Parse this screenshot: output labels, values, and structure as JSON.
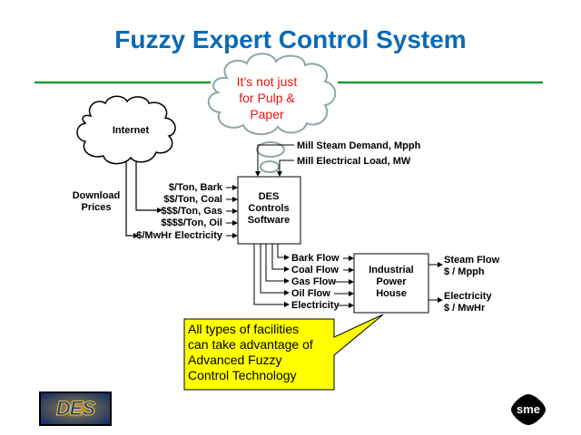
{
  "slide": {
    "title": "Fuzzy Expert Control System",
    "accent_color": "#0a6ab8",
    "rule_color": "#1a9a2a"
  },
  "thought_cloud": {
    "text_line1": "It’s not just",
    "text_line2": "for Pulp &",
    "text_line3": "Paper",
    "text_color": "#e2140e"
  },
  "internet_cloud": {
    "label": "Internet"
  },
  "download_label": {
    "line1": "Download",
    "line2": "Prices"
  },
  "price_inputs": [
    "$/Ton, Bark",
    "$$/Ton, Coal",
    "$$$/Ton, Gas",
    "$$$$/Ton, Oil",
    "$/MwHr Electricity"
  ],
  "mill_inputs": [
    "Mill Steam Demand, Mpph",
    "Mill Electrical Load, MW"
  ],
  "controller_box": {
    "line1": "DES",
    "line2": "Controls",
    "line3": "Software"
  },
  "flow_outputs": [
    "Bark Flow",
    "Coal Flow",
    "Gas Flow",
    "Oil Flow",
    "Electricity"
  ],
  "power_house_box": {
    "line1": "Industrial",
    "line2": "Power",
    "line3": "House"
  },
  "plant_outputs": [
    {
      "line1": "Steam Flow",
      "line2": "$ / Mpph"
    },
    {
      "line1": "Electricity",
      "line2": "$ / MwHr"
    }
  ],
  "callout": {
    "line1": "All types of facilities",
    "line2": "can take advantage of",
    "line3": "Advanced Fuzzy",
    "line4": "Control Technology",
    "bg_color": "#ffff00"
  },
  "logos": {
    "left": "DES",
    "right": "sme"
  }
}
